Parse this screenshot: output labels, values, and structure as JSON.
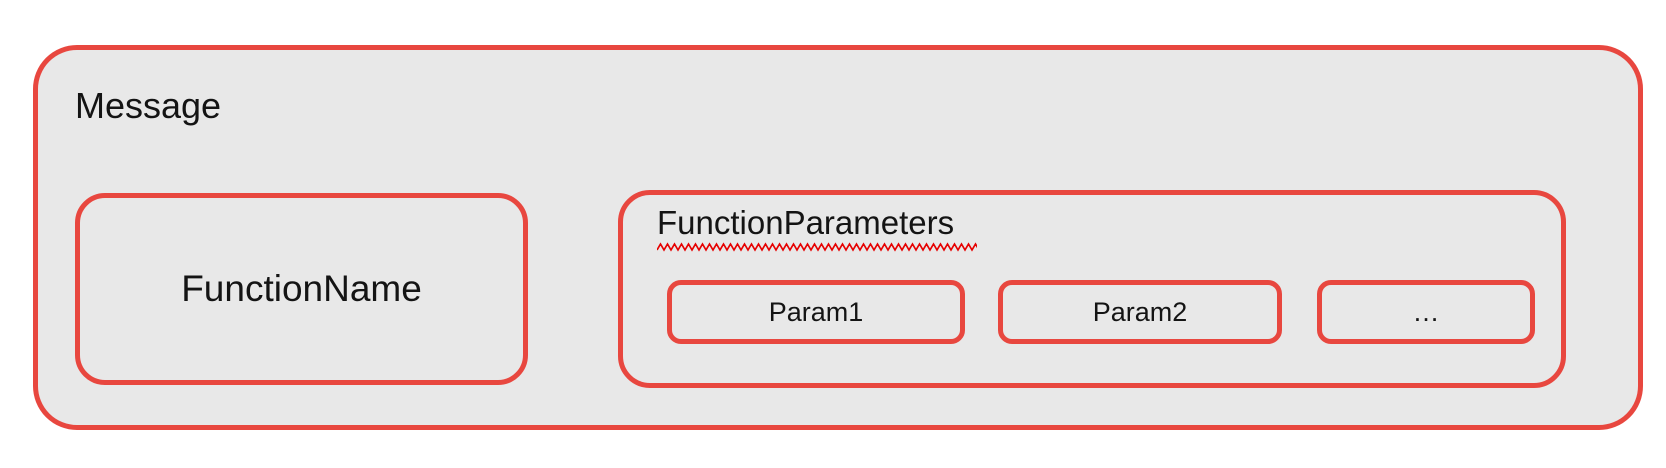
{
  "colors": {
    "box_border": "#e8473f",
    "box_fill": "#e8e8e8",
    "squiggle": "#e60000",
    "text": "#141414",
    "page_bg": "#ffffff"
  },
  "message_box": {
    "label": "Message"
  },
  "function_name_box": {
    "label": "FunctionName"
  },
  "function_parameters_box": {
    "label": "FunctionParameters",
    "params": [
      {
        "label": "Param1"
      },
      {
        "label": "Param2"
      },
      {
        "label": "…"
      }
    ]
  }
}
